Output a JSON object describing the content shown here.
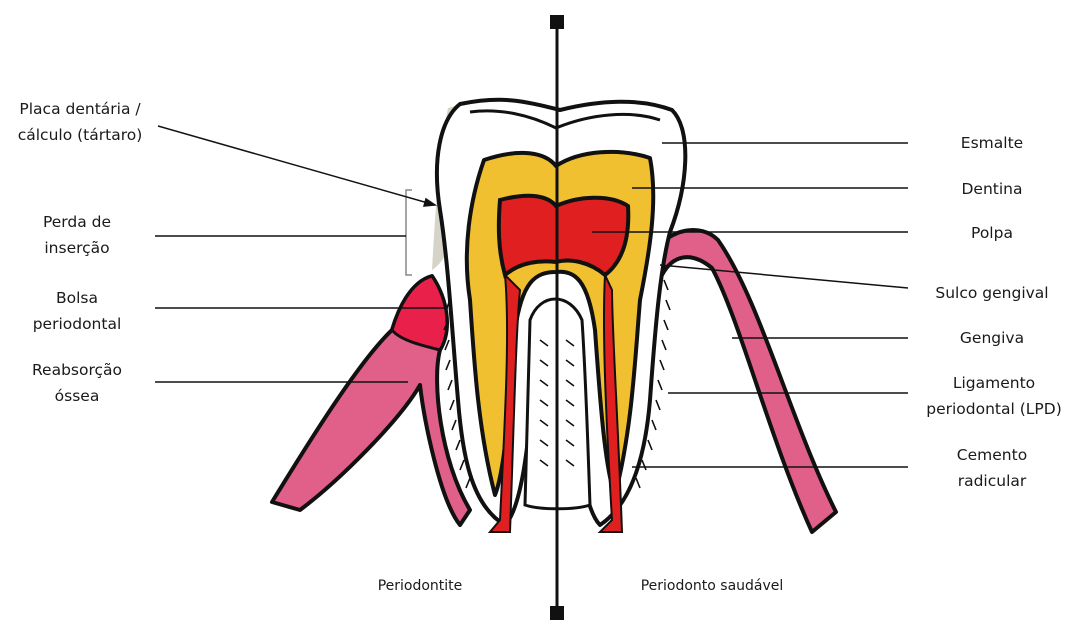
{
  "labels_left": {
    "plaque": "Placa dentária /\ncálculo (tártaro)",
    "attachment_loss": "Perda de\ninserção",
    "pocket": "Bolsa\nperiodontal",
    "resorption": "Reabsorção\nóssea"
  },
  "labels_right": {
    "enamel": "Esmalte",
    "dentin": "Dentina",
    "pulp": "Polpa",
    "sulcus": "Sulco gengival",
    "gingiva": "Gengiva",
    "pdl": "Ligamento\nperiodontal (LPD)",
    "cementum": "Cemento\nradicular"
  },
  "captions": {
    "left": "Periodontite",
    "right": "Periodonto saudável"
  },
  "colors": {
    "enamel": "#ffffff",
    "dentin": "#f0c030",
    "pulp": "#e02020",
    "gingiva": "#e0608a",
    "inflamed_gingiva": "#e8204a",
    "plaque": "#d6d4c8",
    "outline": "#111111"
  }
}
